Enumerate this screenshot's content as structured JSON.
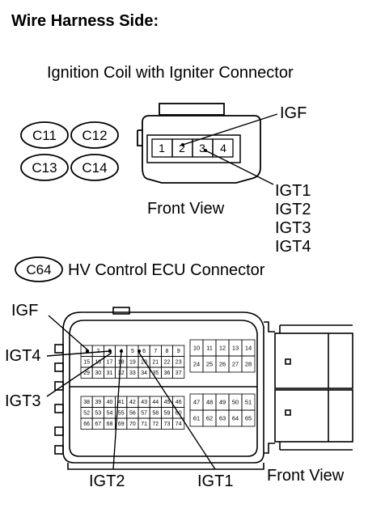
{
  "heading": "Wire Harness Side:",
  "coil": {
    "title": "Ignition Coil with Igniter Connector",
    "connector_codes": [
      "C11",
      "C12",
      "C13",
      "C14"
    ],
    "pins": [
      "1",
      "2",
      "3",
      "4"
    ],
    "signal_top": "IGF",
    "signals_right": [
      "IGT1",
      "IGT2",
      "IGT3",
      "IGT4"
    ],
    "view": "Front View"
  },
  "ecu": {
    "code": "C64",
    "title": "HV Control ECU Connector",
    "view": "Front View",
    "labels": {
      "igf": "IGF",
      "igt4": "IGT4",
      "igt3": "IGT3",
      "igt2": "IGT2",
      "igt1": "IGT1"
    },
    "block_a": [
      [
        "1",
        "2",
        "3",
        "4",
        "5",
        "6",
        "7",
        "8",
        "9"
      ],
      [
        "15",
        "16",
        "17",
        "18",
        "19",
        "20",
        "21",
        "22",
        "23"
      ],
      [
        "29",
        "30",
        "31",
        "32",
        "33",
        "34",
        "35",
        "36",
        "37"
      ]
    ],
    "block_b": [
      [
        "10",
        "11",
        "12",
        "13",
        "14"
      ],
      [
        "24",
        "25",
        "26",
        "27",
        "28"
      ]
    ],
    "block_c": [
      [
        "38",
        "39",
        "40",
        "41",
        "42",
        "43",
        "44",
        "45",
        "46"
      ],
      [
        "52",
        "53",
        "54",
        "55",
        "56",
        "57",
        "58",
        "59",
        "60"
      ],
      [
        "66",
        "67",
        "68",
        "69",
        "70",
        "71",
        "72",
        "73",
        "74"
      ]
    ],
    "block_d": [
      [
        "47",
        "48",
        "49",
        "50",
        "51"
      ],
      [
        "61",
        "62",
        "63",
        "64",
        "65"
      ]
    ]
  }
}
